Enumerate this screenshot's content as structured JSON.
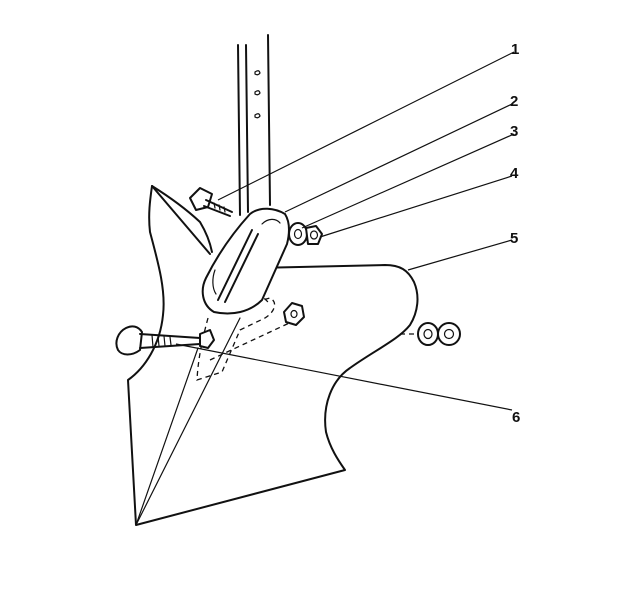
{
  "diagram": {
    "callouts": [
      {
        "label": "1"
      },
      {
        "label": "2"
      },
      {
        "label": "3"
      },
      {
        "label": "4"
      },
      {
        "label": "5"
      },
      {
        "label": "6"
      }
    ],
    "colors": {
      "ink": "#111111",
      "background": "#ffffff"
    }
  }
}
